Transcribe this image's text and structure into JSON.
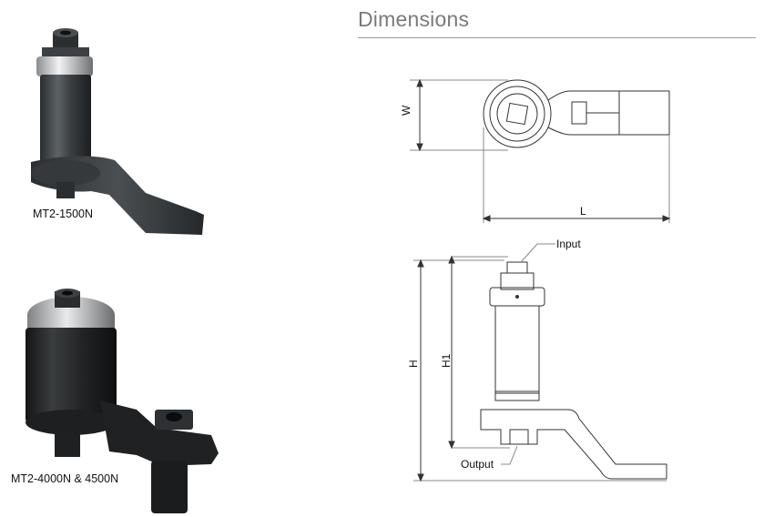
{
  "section": {
    "title": "Dimensions"
  },
  "products": [
    {
      "caption": "MT2-1500N"
    },
    {
      "caption": "MT2-4000N & 4500N"
    }
  ],
  "top_view": {
    "width_label": "W",
    "length_label": "L"
  },
  "side_view": {
    "height_label": "H",
    "height1_label": "H1",
    "input_label": "Input",
    "output_label": "Output"
  }
}
